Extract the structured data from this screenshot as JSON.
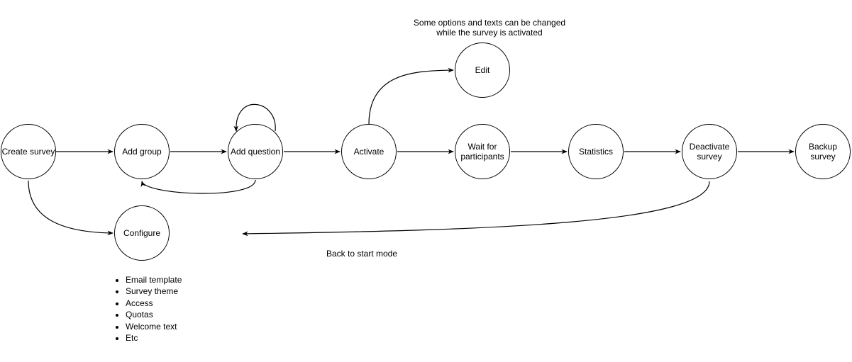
{
  "nodes": {
    "create_survey": "Create survey",
    "add_group": "Add group",
    "add_question": "Add question",
    "activate": "Activate",
    "edit": "Edit",
    "wait_for_participants": "Wait for\nparticipants",
    "statistics": "Statistics",
    "deactivate_survey": "Deactivate\nsurvey",
    "backup_survey": "Backup\nsurvey",
    "configure": "Configure"
  },
  "annotations": {
    "edit_note": "Some options and texts can be changed\nwhile the survey is activated",
    "back_to_start": "Back to start mode"
  },
  "configure_items": [
    "Email template",
    "Survey theme",
    "Access",
    "Quotas",
    "Welcome text",
    "Etc"
  ],
  "colors": {
    "stroke": "#000000",
    "background": "#ffffff"
  }
}
